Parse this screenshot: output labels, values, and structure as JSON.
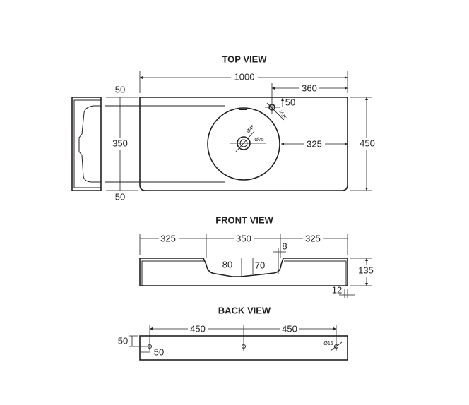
{
  "views": {
    "top": {
      "title": "TOP VIEW",
      "dims": {
        "overall_width": "1000",
        "tap_from_right": "360",
        "tap_from_back": "50",
        "bowl_from_right": "325",
        "depth": "450",
        "side_top": "50",
        "side_middle": "350",
        "side_bottom": "50"
      },
      "labels": {
        "tap_hole": "Ø35",
        "waste_inner": "Ø45",
        "waste_outer": "Ø75"
      }
    },
    "front": {
      "title": "FRONT VIEW",
      "dims": {
        "left": "325",
        "middle": "350",
        "right": "325",
        "rim": "8",
        "bowl_depth": "80",
        "bowl_inner_depth": "70",
        "height": "135",
        "wall": "12"
      }
    },
    "back": {
      "title": "BACK VIEW",
      "dims": {
        "left": "450",
        "right": "450",
        "from_top": "50",
        "from_left": "50"
      },
      "labels": {
        "hole": "Ø16"
      }
    }
  }
}
